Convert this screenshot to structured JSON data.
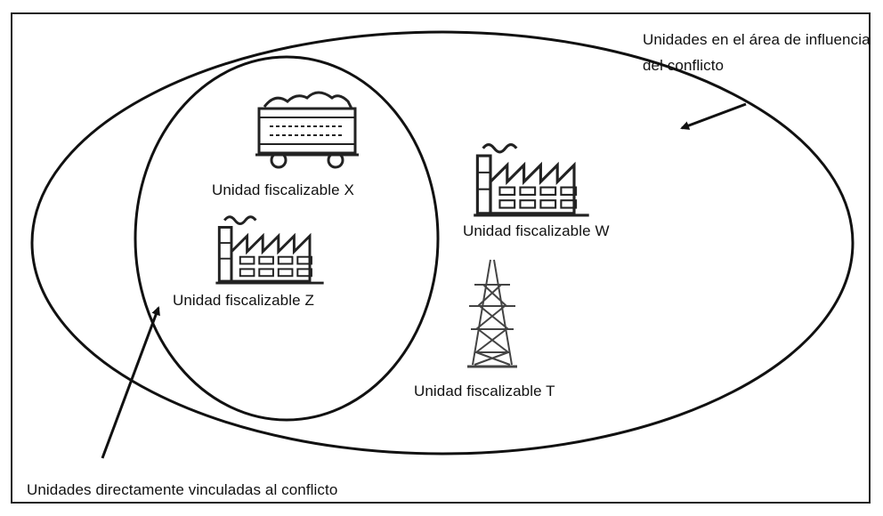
{
  "labels": {
    "outer_area": "Unidades en el área de influencia del conflicto",
    "inner_area": "Unidades directamente vinculadas al conflicto"
  },
  "units": [
    {
      "id": "X",
      "label": "Unidad fiscalizable X",
      "icon": "mine-cart-icon"
    },
    {
      "id": "Z",
      "label": "Unidad fiscalizable Z",
      "icon": "factory-icon"
    },
    {
      "id": "W",
      "label": "Unidad fiscalizable W",
      "icon": "factory-icon"
    },
    {
      "id": "T",
      "label": "Unidad fiscalizable T",
      "icon": "power-tower-icon"
    }
  ]
}
